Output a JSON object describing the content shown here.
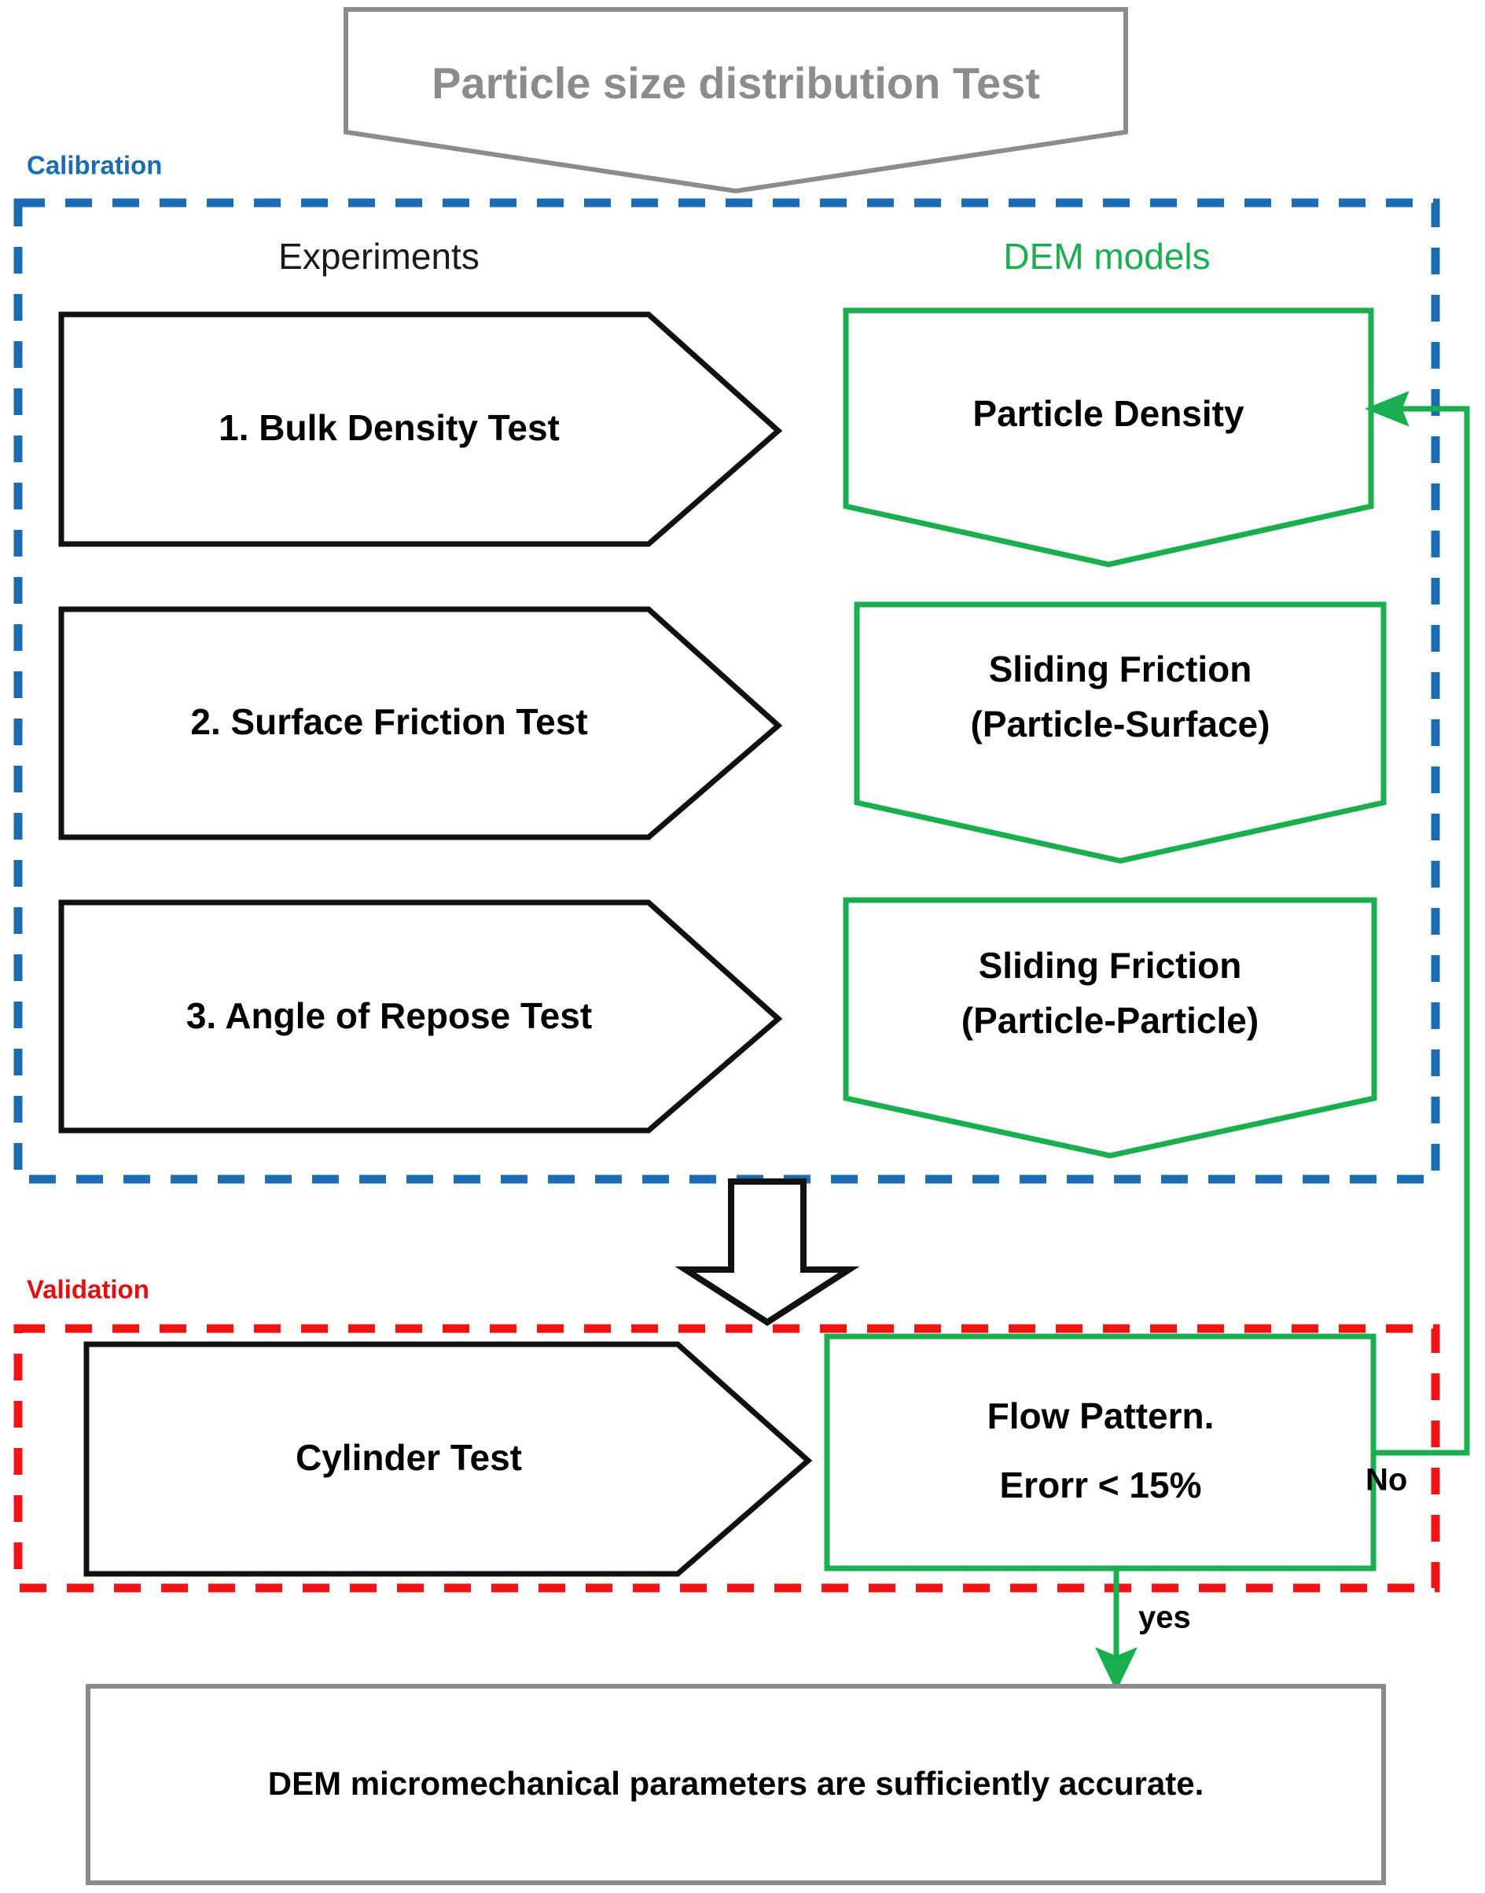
{
  "diagram": {
    "title_box": {
      "label": "Particle size distribution Test",
      "color": "#8C8C8C"
    },
    "regions": [
      {
        "name": "calibration",
        "label": "Calibration",
        "color": "#1B6CB5",
        "style": "dashed"
      },
      {
        "name": "validation",
        "label": "Validation",
        "color": "#E01010",
        "style": "dashed"
      }
    ],
    "column_headers": {
      "experiments": "Experiments",
      "dem_models": "DEM models",
      "experiments_color": "#1A1A1A",
      "dem_models_color": "#19AE4E"
    },
    "experiments": [
      {
        "label": "1. Bulk Density Test"
      },
      {
        "label": "2. Surface Friction Test"
      },
      {
        "label": "3. Angle of Repose Test"
      }
    ],
    "dem_models": [
      {
        "line1": "Particle Density",
        "line2": ""
      },
      {
        "line1": "Sliding Friction",
        "line2": "(Particle-Surface)"
      },
      {
        "line1": "Sliding Friction",
        "line2": "(Particle-Particle)"
      }
    ],
    "validation": {
      "experiment": {
        "label": "Cylinder Test"
      },
      "decision": {
        "line1": "Flow Pattern.",
        "line2": "Erorr < 15%"
      }
    },
    "edge_labels": {
      "no": "No",
      "yes": "yes"
    },
    "result_box": {
      "label": "DEM micromechanical parameters are sufficiently accurate."
    },
    "colors": {
      "green": "#19AE4E",
      "blue": "#1B6CB5",
      "red": "#E01010",
      "gray": "#8C8C8C",
      "black": "#111111"
    }
  }
}
